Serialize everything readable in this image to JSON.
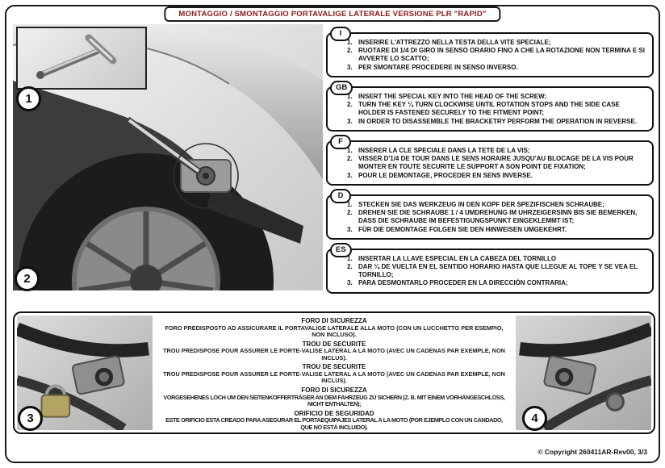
{
  "header": {
    "title": "MONTAGGIO / SMONTAGGIO PORTAVALIGE LATERALE VERSIONE PLR \"RAPID\""
  },
  "colors": {
    "title_text": "#8b1a1a",
    "frame_border": "#1a1a1a"
  },
  "figures": {
    "f1": "1",
    "f2": "2",
    "f3": "3",
    "f4": "4"
  },
  "instructions": [
    {
      "lang": "I",
      "steps": [
        {
          "n": "1.",
          "text": "INSERIRE L'ATTREZZO NELLA TESTA DELLA VITE SPECIALE;"
        },
        {
          "n": "2.",
          "text": "RUOTARE DI 1/4 DI GIRO IN SENSO ORARIO FINO A CHE LA ROTAZIONE NON TERMINA E SI AVVERTE LO SCATTO;"
        },
        {
          "n": "3.",
          "text": "PER SMONTARE PROCEDERE IN SENSO INVERSO."
        }
      ]
    },
    {
      "lang": "GB",
      "steps": [
        {
          "n": "1.",
          "text": "INSERT THE SPECIAL KEY INTO THE HEAD OF THE SCREW;"
        },
        {
          "n": "2.",
          "text": "TURN THE KEY ¼ TURN CLOCKWISE  UNTIL ROTATION STOPS AND THE SIDE CASE HOLDER IS FASTENED SECURELY TO THE FITMENT POINT;"
        },
        {
          "n": "3.",
          "text": "IN ORDER TO DISASSEMBLE THE BRACKETRY PERFORM THE OPERATION IN REVERSE."
        }
      ]
    },
    {
      "lang": "F",
      "steps": [
        {
          "n": "1.",
          "text": "INSERER LA CLE SPECIALE DANS LA TETE DE LA VIS;"
        },
        {
          "n": "2.",
          "text": "VISSER D'1/4 DE TOUR DANS LE SENS HORAIRE JUSQU'AU BLOCAGE DE LA VIS POUR MONTER EN TOUTE SECURITE LE SUPPORT A SON POINT DE FIXATION;"
        },
        {
          "n": "3.",
          "text": "POUR LE DEMONTAGE, PROCEDER EN SENS INVERSE."
        }
      ]
    },
    {
      "lang": "D",
      "steps": [
        {
          "n": "1.",
          "text": "STECKEN SIE DAS WERKZEUG IN DEN KOPF DER SPEZIFISCHEN SCHRAUBE;"
        },
        {
          "n": "2.",
          "text": "DREHEN SIE DIE SCHRAUBE 1 / 4 UMDREHUNG IM UHRZEIGERSINN BIS SIE BEMERKEN, DASS DIE    SCHRAUBE IM BEFESTIGUNGSPUNKT EINGEKLEMMT IST;"
        },
        {
          "n": "3.",
          "text": "FÜR DIE DEMONTAGE FOLGEN SIE DEN HINWEISEN UMGEKEHRT."
        }
      ]
    },
    {
      "lang": "ES",
      "steps": [
        {
          "n": "1.",
          "text": "INSERTAR LA LLAVE ESPECIAL EN LA CABEZA DEL TORNILLO"
        },
        {
          "n": "2.",
          "text": "DAR ¼ DE VUELTA EN EL SENTIDO HORARIO HASTA QUE LLEGUE AL TOPE Y SE VEA EL TORNILLO;"
        },
        {
          "n": "3.",
          "text": "PARA DESMONTARLO PROCEDER EN LA DIRECCIÓN CONTRARIA;"
        }
      ]
    }
  ],
  "security": {
    "sections": [
      {
        "heading": "FORO DI SICUREZZA",
        "body": "FORO PREDISPOSTO AD ASSICURARE IL PORTAVALIGE LATERALE ALLA MOTO (CON UN LUCCHETTO PER ESEMPIO, NON INCLUSO)."
      },
      {
        "heading": "TROU DE SECURITE",
        "body": "TROU PREDISPOSE POUR ASSURER LE PORTE-VALISE LATERAL A LA MOTO (AVEC UN CADENAS PAR EXEMPLE, NON INCLUS)."
      },
      {
        "heading": "TROU DE SECURITE",
        "body": "TROU PREDISPOSE POUR ASSURER LE PORTE-VALISE LATERAL A LA MOTO (AVEC UN CADENAS PAR EXEMPLE, NON INCLUS)."
      },
      {
        "heading": "FORO DI SICUREZZA",
        "body": "VORGESEHENES LOCH UM DEN SEITENKOFFERTRÄGER AN DEM FAHRZEUG ZU SICHERN (Z. B. MIT EINEM VORHÄNGESCHLOSS, NICHT ENTHALTEN);"
      },
      {
        "heading": "ORIFICIO DE SEGURIDAD",
        "body": "ESTE ORIFICIO ESTA CREADO PARA ASEGURAR EL PORTAEQUIPAJES LATERAL A LA MOTO (POR EJEMPLO CON UN CANDADO, QUE NO ESTÁ INCLUIDO)."
      }
    ]
  },
  "footer": {
    "copyright": "© Copyright 260411AR-Rev00, 3/3"
  }
}
